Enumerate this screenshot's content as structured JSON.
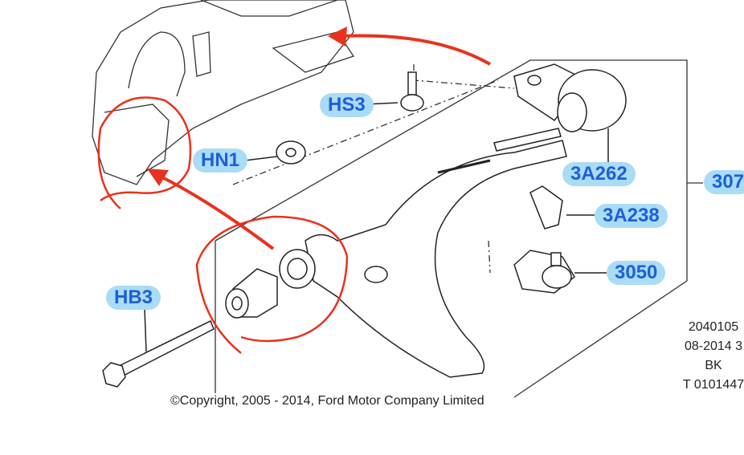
{
  "callouts": {
    "hs3": "HS3",
    "hn1": "HN1",
    "a3a262": "3A262",
    "a3a238": "3A238",
    "a3050": "3050",
    "hb3": "HB3",
    "a307": "307"
  },
  "copyright": "©Copyright, 2005 - 2014, Ford Motor Company Limited",
  "meta": {
    "line1": "2040105",
    "line2": "08-2014 3",
    "line3": "BK",
    "line4": "T 0101447"
  },
  "colors": {
    "callout_bg": "#a9dcf5",
    "callout_text": "#1e5fd6",
    "annotation": "#e8321e"
  }
}
